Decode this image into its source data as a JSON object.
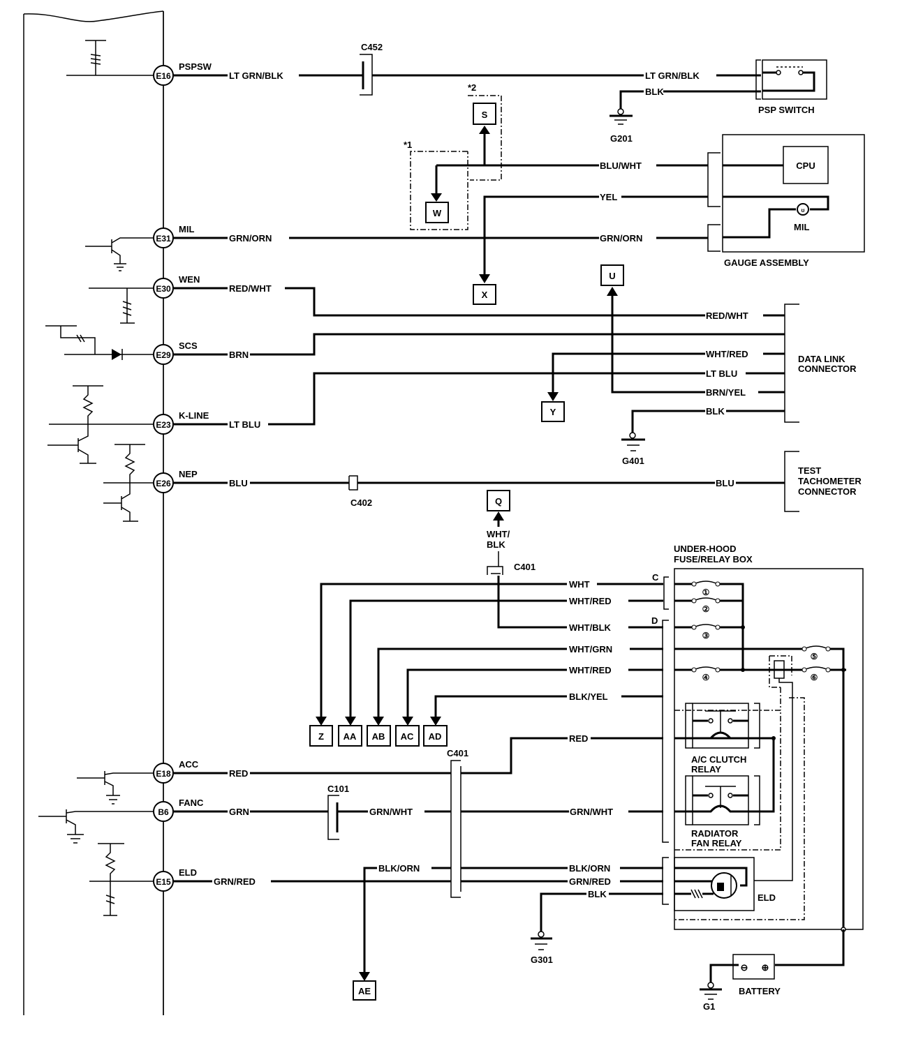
{
  "ecm_pins": [
    {
      "pin": "E16",
      "signal": "PSPSW",
      "wire": "LT GRN/BLK"
    },
    {
      "pin": "E31",
      "signal": "MIL",
      "wire": "GRN/ORN"
    },
    {
      "pin": "E30",
      "signal": "WEN",
      "wire": "RED/WHT"
    },
    {
      "pin": "E29",
      "signal": "SCS",
      "wire": "BRN"
    },
    {
      "pin": "E23",
      "signal": "K-LINE",
      "wire": "LT BLU"
    },
    {
      "pin": "E26",
      "signal": "NEP",
      "wire": "BLU"
    },
    {
      "pin": "E18",
      "signal": "ACC",
      "wire": "RED"
    },
    {
      "pin": "B6",
      "signal": "FANC",
      "wire": "GRN"
    },
    {
      "pin": "E15",
      "signal": "ELD",
      "wire": "GRN/RED"
    }
  ],
  "connectors": {
    "c452": "C452",
    "c402": "C402",
    "c401_top": "C401",
    "c401_mid": "C401",
    "c101": "C101",
    "c_label": "C",
    "d_label": "D"
  },
  "grounds": {
    "g201": "G201",
    "g401": "G401",
    "g301": "G301",
    "g1": "G1"
  },
  "components": {
    "psp_switch": "PSP SWITCH",
    "gauge_assembly": "GAUGE ASSEMBLY",
    "cpu": "CPU",
    "mil": "MIL",
    "data_link": [
      "DATA LINK",
      "CONNECTOR"
    ],
    "test_tach": [
      "TEST",
      "TACHOMETER",
      "CONNECTOR"
    ],
    "fuse_box": [
      "UNDER-HOOD",
      "FUSE/RELAY BOX"
    ],
    "ac_relay": [
      "A/C CLUTCH",
      "RELAY"
    ],
    "fan_relay": [
      "RADIATOR",
      "FAN RELAY"
    ],
    "eld": "ELD",
    "battery": "BATTERY",
    "battery_neg": "⊖",
    "battery_pos": "⊕"
  },
  "notes": {
    "n1": "*1",
    "n2": "*2"
  },
  "refs": {
    "s": "S",
    "w": "W",
    "x": "X",
    "u": "U",
    "y": "Y",
    "q": "Q",
    "z": "Z",
    "aa": "AA",
    "ab": "AB",
    "ac": "AC",
    "ad": "AD",
    "ae": "AE"
  },
  "wires": {
    "psp_ltgrn": "LT GRN/BLK",
    "psp_blk": "BLK",
    "gauge_bluwht": "BLU/WHT",
    "gauge_yel": "YEL",
    "gauge_grnorn": "GRN/ORN",
    "dlc_redwht": "RED/WHT",
    "dlc_whtred": "WHT/RED",
    "dlc_ltblu": "LT BLU",
    "dlc_brnyel": "BRN/YEL",
    "dlc_blk": "BLK",
    "tach_blu": "BLU",
    "q_whtblk_1": "WHT/",
    "q_whtblk_2": "BLK",
    "fb_wht": "WHT",
    "fb_whtred1": "WHT/RED",
    "fb_whtblk": "WHT/BLK",
    "fb_whtgrn": "WHT/GRN",
    "fb_whtred2": "WHT/RED",
    "fb_blkyel": "BLK/YEL",
    "fb_red": "RED",
    "fan_grnwht_1": "GRN/WHT",
    "fan_grnwht_2": "GRN/WHT",
    "eld_blkorn_1": "BLK/ORN",
    "eld_blkorn_2": "BLK/ORN",
    "eld_grnred": "GRN/RED",
    "eld_blk": "BLK"
  },
  "fuses": [
    "①",
    "②",
    "③",
    "④",
    "⑤",
    "⑥"
  ]
}
